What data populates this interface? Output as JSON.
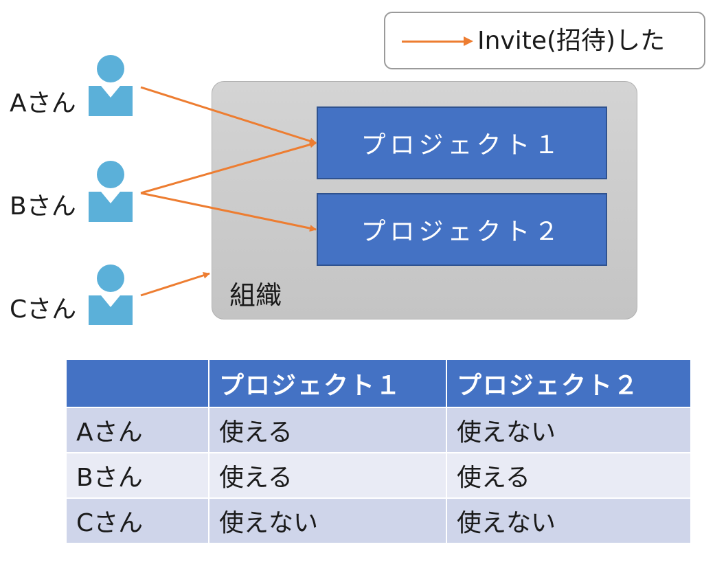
{
  "legend": {
    "text": "Invite(招待)した"
  },
  "organization": {
    "label": "組織"
  },
  "projects": [
    {
      "label": "プロジェクト１"
    },
    {
      "label": "プロジェクト２"
    }
  ],
  "people": [
    {
      "label": "Aさん"
    },
    {
      "label": "Bさん"
    },
    {
      "label": "Cさん"
    }
  ],
  "colors": {
    "arrow": "#ED7D31",
    "project": "#4472C4",
    "person": "#5BB0D9",
    "organization": "#C8C8C8"
  },
  "table": {
    "headers": [
      "",
      "プロジェクト１",
      "プロジェクト２"
    ],
    "rows": [
      {
        "name": "Aさん",
        "p1": "使える",
        "p2": "使えない"
      },
      {
        "name": "Bさん",
        "p1": "使える",
        "p2": "使える"
      },
      {
        "name": "Cさん",
        "p1": "使えない",
        "p2": "使えない"
      }
    ]
  }
}
